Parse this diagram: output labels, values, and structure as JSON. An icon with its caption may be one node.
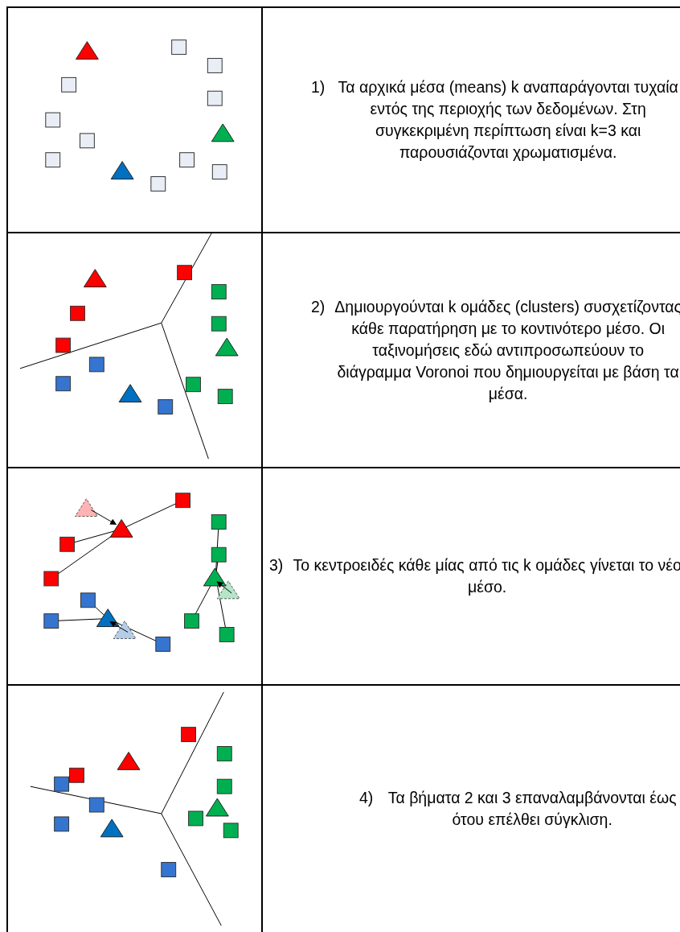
{
  "diagram": {
    "labels": [
      "1)",
      "Τα αρχικά μέσα (means) k αναπαράγονται τυχαία εντός της περιοχής των δεδομένων. Στη συγκεκριμένη περίπτωση είναι k=3 και παρουσιάζονται χρωματισμένα.",
      "2)",
      "Δημιουργούνται k ομάδες (clusters) συσχετίζοντας κάθε παρατήρηση με το κοντινότερο μέσο. Οι ταξινομήσεις εδώ αντιπροσωπεύουν το διάγραμμα Voronoi που δημιουργείται με βάση τα μέσα.",
      "3)",
      "Το κεντροειδές κάθε μίας από τις k ομάδες γίνεται το νέο μέσο.",
      "4)",
      "Τα βήματα 2 και 3 επαναλαμβάνονται έως ότου επέλθει σύγκλιση."
    ]
  }
}
